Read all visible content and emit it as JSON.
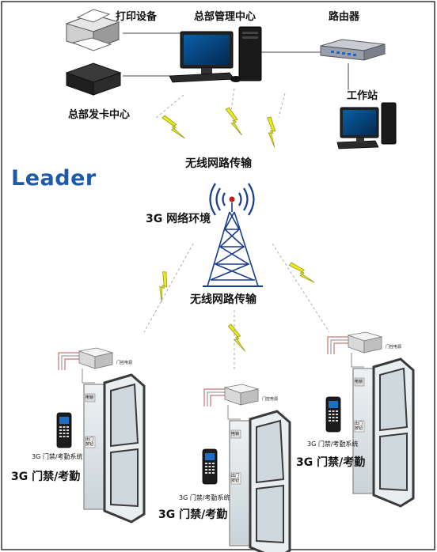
{
  "labels": {
    "printer": "打印设备",
    "hq": "总部管理中心",
    "router": "路由器",
    "card_center": "总部发卡中心",
    "workstation": "工作站",
    "wireless_top": "无线网路传输",
    "brand": "Leader",
    "network_3g": "3G 网络环境",
    "wireless_mid": "无线网路传输"
  },
  "sites": [
    {
      "controller_label": "3G 门禁/考勤系统",
      "caption": "3G 门禁/考勤",
      "psu_label": "门控电源",
      "lock_label": "电锁",
      "button_label": "出门按钮"
    },
    {
      "controller_label": "3G 门禁/考勤系统",
      "caption": "3G 门禁/考勤",
      "psu_label": "门控电源",
      "lock_label": "电锁",
      "button_label": "出门按钮"
    },
    {
      "controller_label": "3G 门禁/考勤系统",
      "caption": "3G 门禁/考勤",
      "psu_label": "门控电源",
      "lock_label": "电锁",
      "button_label": "出门按钮"
    }
  ],
  "colors": {
    "brand_blue": "#1f5aa8",
    "lightning": "#e8ea1a",
    "tower": "#1a3c8f",
    "frame": "#b7b7b7"
  }
}
